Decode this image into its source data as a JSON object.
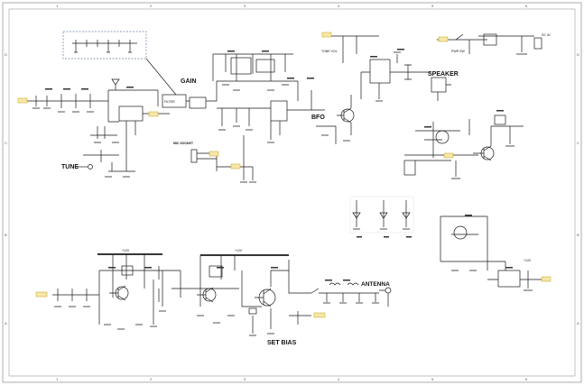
{
  "frame": {
    "col_numbers": [
      "1",
      "2",
      "3",
      "4",
      "5",
      "6"
    ],
    "row_letters": [
      "D",
      "C",
      "B",
      "A"
    ]
  },
  "labels": {
    "gain": "GAIN",
    "bfo": "BFO",
    "speaker": "SPEAKER",
    "tune": "TUNE",
    "mic_socket": "MIC SOCKET",
    "antenna": "ANTENNA",
    "set_bias": "SET BIAS",
    "supply_12v_a": "+12V",
    "supply_12v_b": "+12V",
    "supply_12v_c": "+12V",
    "filter_block": "FILTER",
    "dc_in": "DC IN",
    "tone_vol": "TONE VOL",
    "pwr_sw": "PWR SW"
  },
  "colors": {
    "line": "#1a1a1a",
    "grid": "#9a9a9a",
    "dash_box": "#6a7fa0",
    "net_label": "#c8a018",
    "net_label_fill": "#f6e7a8",
    "text": "#111111"
  }
}
